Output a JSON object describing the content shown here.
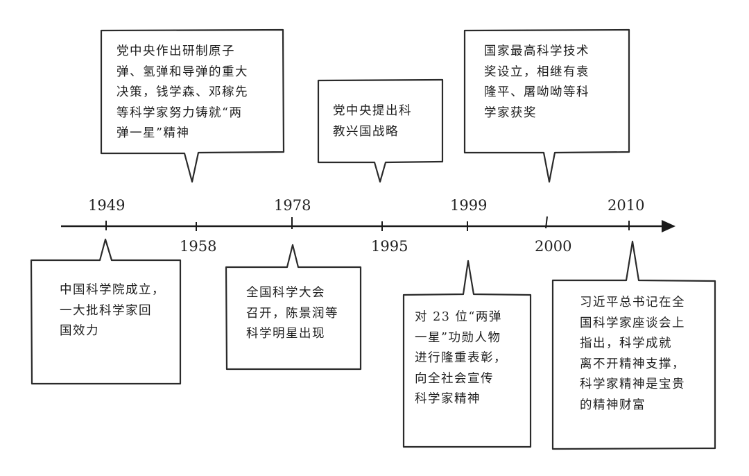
{
  "years": {
    "y1949": "1949",
    "y1958": "1958",
    "y1978": "1978",
    "y1995": "1995",
    "y1999": "1999",
    "y2000": "2000",
    "y2010": "2010"
  },
  "events": {
    "e1949": "中国科学院成立，\n一大批科学家回\n国效力",
    "e1958": "党中央作出研制原子\n弹、氢弹和导弹的重大\n决策，钱学森、邓稼先\n等科学家努力铸就“两\n弹一星”精神",
    "e1978": "全国科学大会\n召开，陈景润等\n科学明星出现",
    "e1995": "党中央提出科\n教兴国战略",
    "e1999": "对 23 位“两弹\n一星”功勋人物\n进行隆重表彰，\n向全社会宣传\n科学家精神",
    "e2000": "国家最高科学技术\n奖设立，相继有袁\n隆平、屠呦呦等科\n学家获奖",
    "e2010": "习近平总书记在全\n国科学家座谈会上\n指出，科学成就\n离不开精神支撑，\n科学家精神是宝贵\n的精神财富"
  }
}
